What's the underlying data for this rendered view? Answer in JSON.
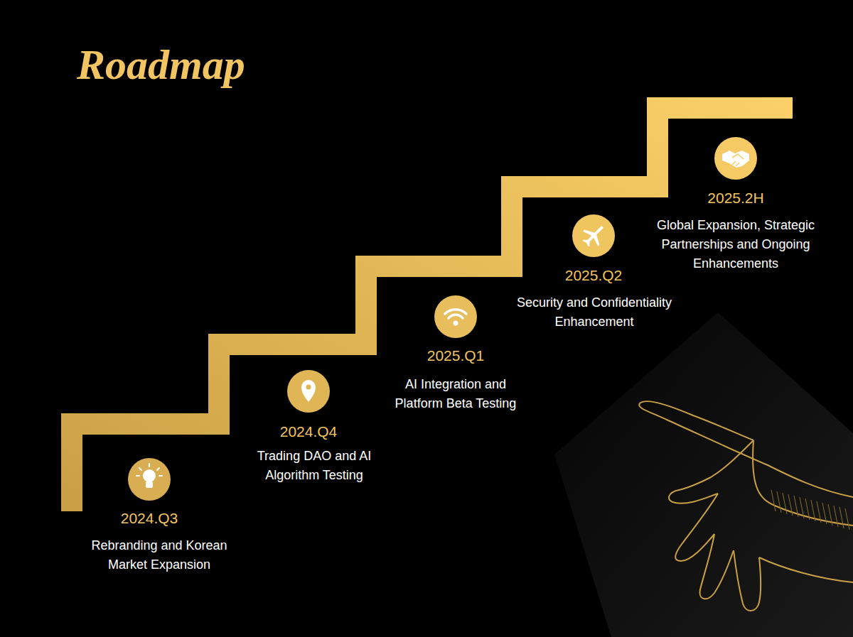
{
  "diagram": {
    "title": "Roadmap",
    "labels": [
      "2024.Q3",
      "Rebranding and Korean Market Expansion",
      "2024.Q4",
      "Trading DAO and AI Algorithm Testing",
      "2025.Q1",
      "AI Integration and Platform Beta Testing",
      "2025.Q2",
      "Security and Confidentiality Enhancement",
      "2025.2H",
      "Global Expansion, Strategic Partnerships and Ongoing Enhancements"
    ]
  }
}
